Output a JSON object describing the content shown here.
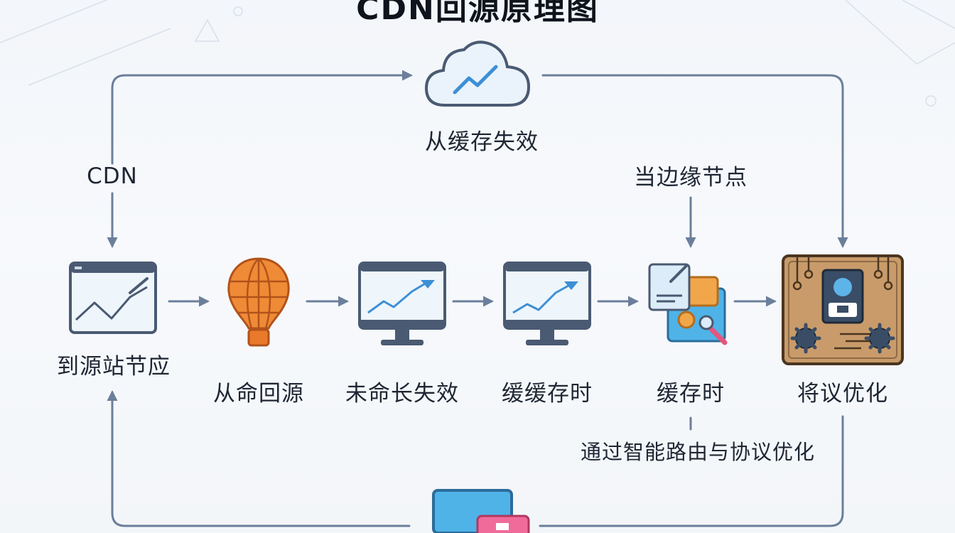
{
  "title": "CDN回源原理图",
  "colors": {
    "arrow": "#6b7f9a",
    "monitor_frame": "#4a5a72",
    "screen": "#e8f3fb",
    "balloon": "#e97a2b",
    "board": "#b98b5c",
    "accent_blue": "#3d8fd6"
  },
  "labels": {
    "cache_expired": "从缓存失效",
    "cdn": "CDN",
    "edge_node": "当边缘节点",
    "to_origin": "到源站节应",
    "hit_back": "从命回源",
    "miss_expired": "未命长失效",
    "cache_cache": "缓缓存时",
    "cache_time": "缓存时",
    "optimize": "将议优化",
    "routing": "通过智能路由与协议优化"
  },
  "icons": {
    "cloud": "cloud-chart-icon",
    "origin_window": "browser-chart-icon",
    "balloon": "hot-air-balloon-icon",
    "monitor1": "monitor-chart-icon",
    "monitor2": "monitor-chart-icon",
    "puzzle": "document-puzzle-icon",
    "board": "control-board-icon",
    "device": "device-icon"
  }
}
